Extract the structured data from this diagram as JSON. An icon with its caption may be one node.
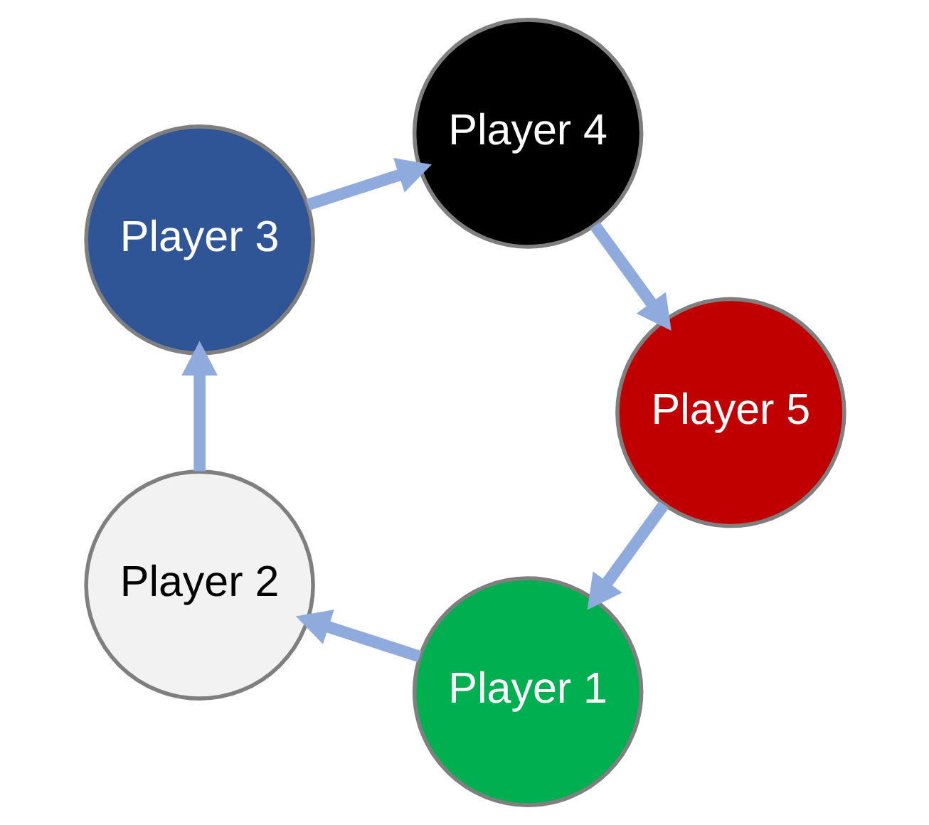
{
  "diagram": {
    "nodes": [
      {
        "text": [
          "Player 1"
        ]
      },
      {
        "text": [
          "Player 2"
        ]
      },
      {
        "text": [
          "Player 3"
        ]
      },
      {
        "text": [
          "Player 4"
        ]
      },
      {
        "text": [
          "Player 5"
        ]
      }
    ],
    "edges": [
      {
        "from": 0,
        "to": 1,
        "arrow": "to"
      },
      {
        "from": 1,
        "to": 2,
        "arrow": "to"
      },
      {
        "from": 2,
        "to": 3,
        "arrow": "to"
      },
      {
        "from": 3,
        "to": 4,
        "arrow": "to"
      },
      {
        "from": 4,
        "to": 0,
        "arrow": "to"
      }
    ]
  }
}
